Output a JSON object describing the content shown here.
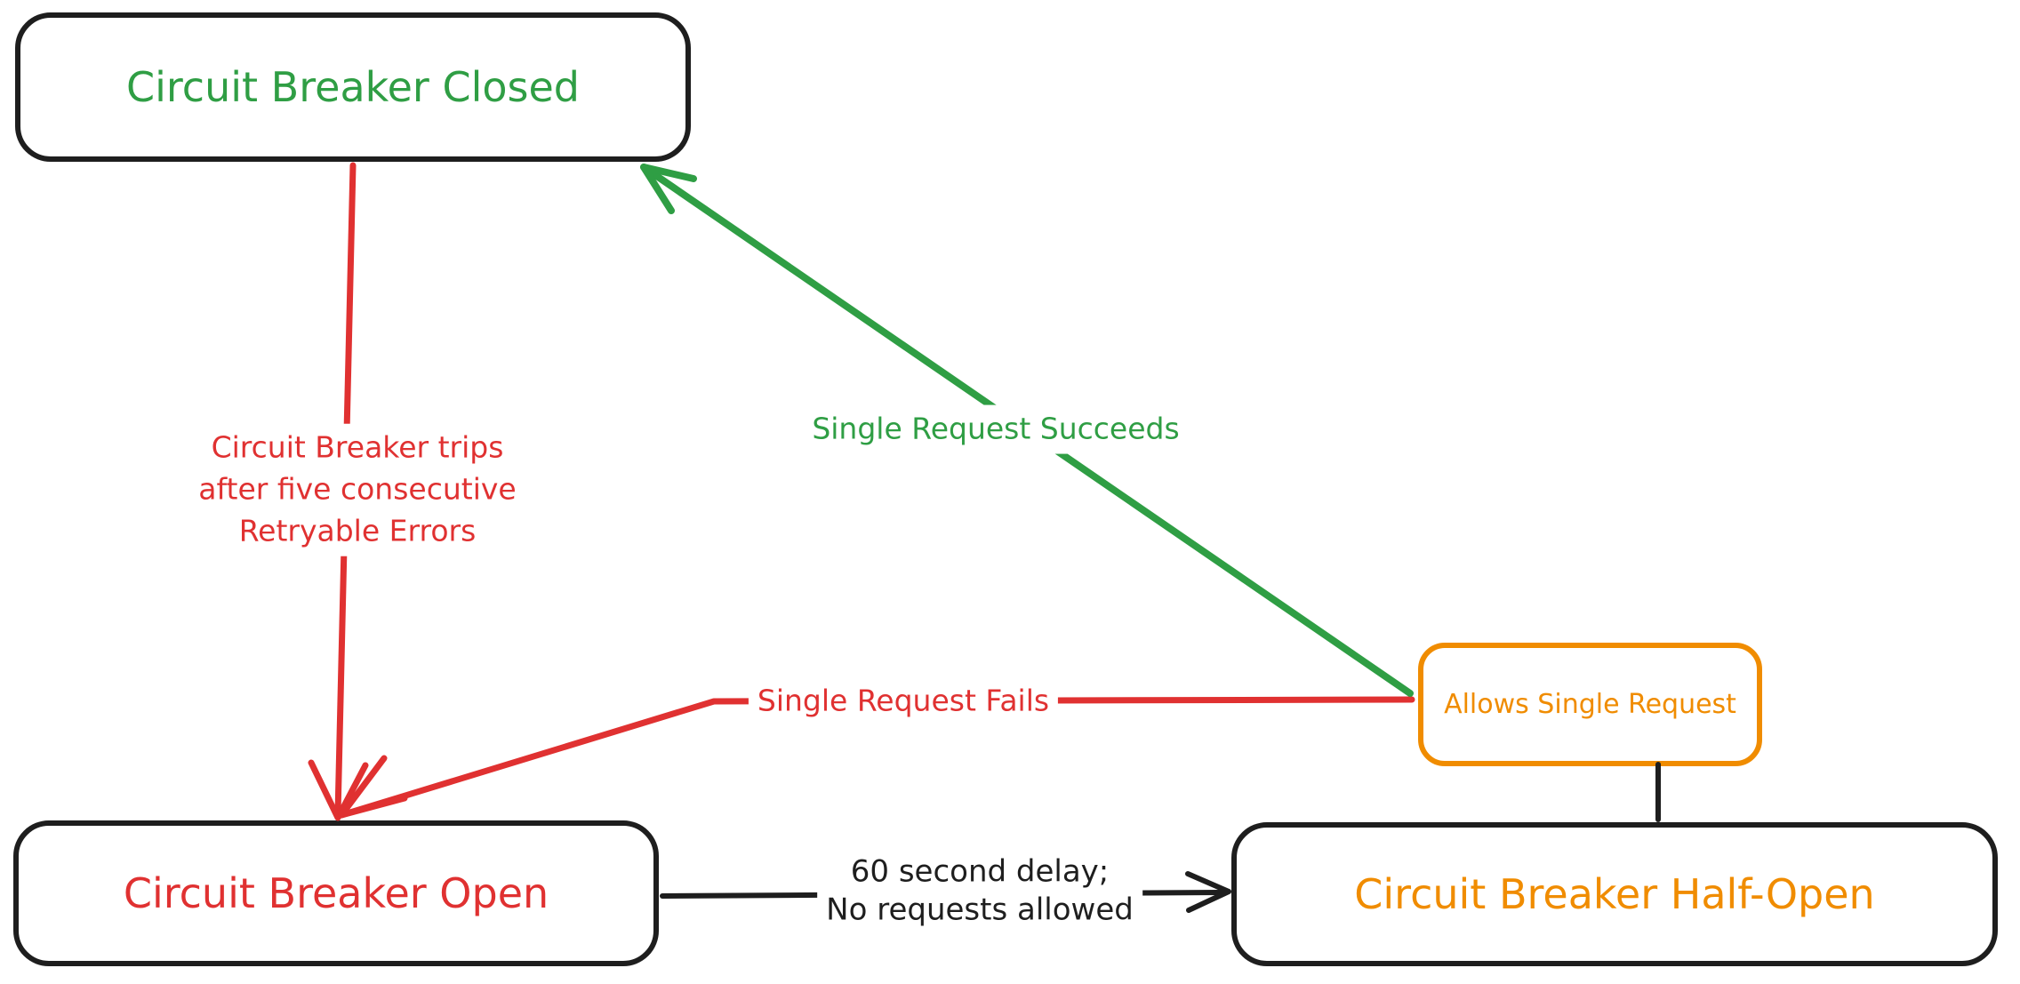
{
  "diagram": {
    "type": "state-diagram",
    "subject": "circuit-breaker-states",
    "background_color": "#ffffff",
    "colors": {
      "closed_state": "#2f9e44",
      "open_state": "#e03131",
      "half_open_state": "#f08c00",
      "neutral_stroke": "#1e1e1e"
    },
    "nodes": [
      {
        "id": "closed",
        "label": "Circuit Breaker Closed",
        "text_color": "#2f9e44",
        "border_color": "#1e1e1e"
      },
      {
        "id": "open",
        "label": "Circuit Breaker Open",
        "text_color": "#e03131",
        "border_color": "#1e1e1e"
      },
      {
        "id": "half_open",
        "label": "Circuit Breaker Half-Open",
        "text_color": "#f08c00",
        "border_color": "#1e1e1e"
      },
      {
        "id": "allows_single_request",
        "label": "Allows Single Request",
        "text_color": "#f08c00",
        "border_color": "#f08c00"
      }
    ],
    "edges": [
      {
        "id": "trips",
        "from": "closed",
        "to": "open",
        "color": "#e03131",
        "arrowhead": "to",
        "label_lines": [
          "Circuit Breaker trips",
          "after five consecutive",
          "Retryable Errors"
        ]
      },
      {
        "id": "succeeds",
        "from": "allows_single_request",
        "to": "closed",
        "color": "#2f9e44",
        "arrowhead": "to",
        "label": "Single Request Succeeds"
      },
      {
        "id": "fails",
        "from": "allows_single_request",
        "to": "open",
        "color": "#e03131",
        "arrowhead": "to",
        "label": "Single Request Fails"
      },
      {
        "id": "delay",
        "from": "open",
        "to": "half_open",
        "color": "#1e1e1e",
        "arrowhead": "to",
        "label_lines": [
          "60 second delay;",
          "No requests allowed"
        ]
      },
      {
        "id": "half_open_allows_link",
        "from": "half_open",
        "to": "allows_single_request",
        "color": "#1e1e1e",
        "arrowhead": "none"
      }
    ]
  }
}
